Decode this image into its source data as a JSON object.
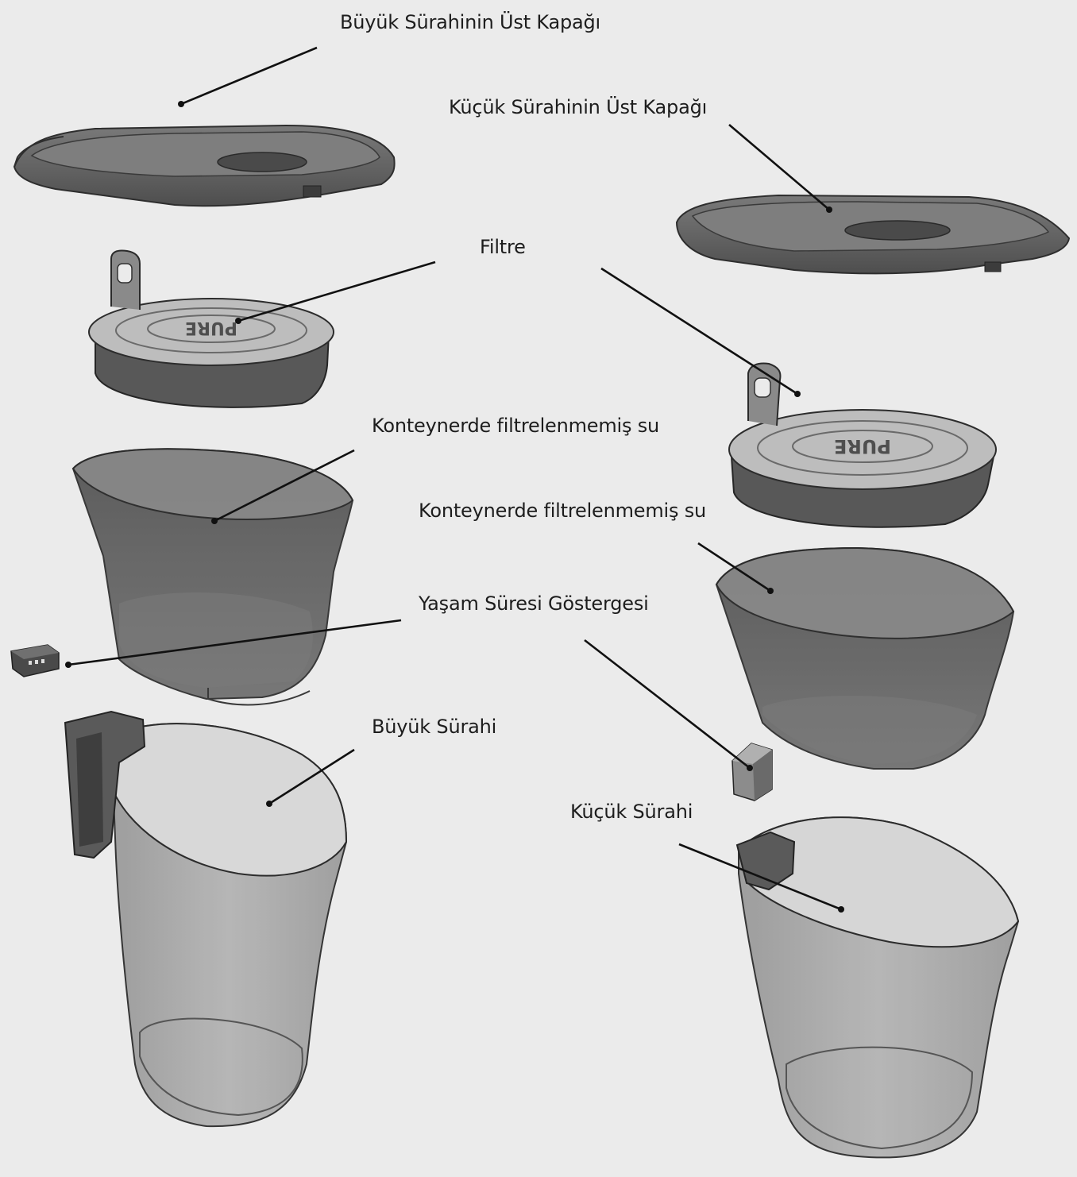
{
  "labels": {
    "large_lid": "Büyük Sürahinin Üst Kapağı",
    "small_lid": "Küçük Sürahinin Üst Kapağı",
    "filter": "Filtre",
    "container_left": "Konteynerde filtrelenmemiş su",
    "container_right": "Konteynerde filtrelenmemiş su",
    "indicator": "Yaşam Süresi Göstergesi",
    "large_pitcher": "Büyük Sürahi",
    "small_pitcher": "Küçük Sürahi"
  },
  "filter_brand": "PURE",
  "colors": {
    "background": "#ebebeb",
    "lid": "#6b6b6b",
    "filter_body": "#555555",
    "filter_top": "#b9b9b9",
    "reservoir": "#5e5e5e",
    "pitcher": "#a9a9a9",
    "leader": "#111111"
  }
}
